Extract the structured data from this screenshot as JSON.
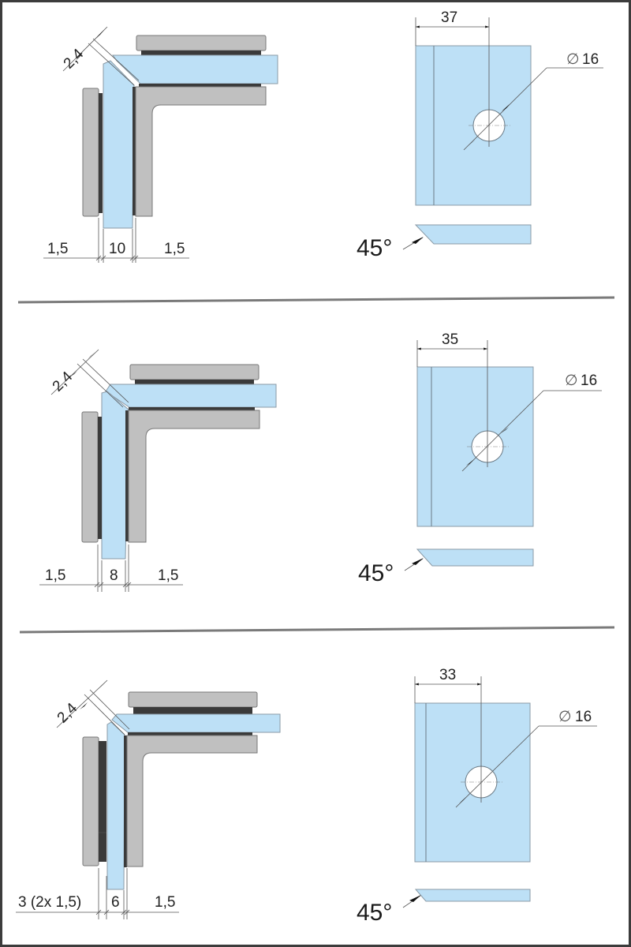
{
  "colors": {
    "glass": "#bde0f6",
    "metal": "#c0c0c0",
    "gasket": "#3a3a3a",
    "border": "#3c3c3c",
    "divider": "#7a7a7a"
  },
  "sections": [
    {
      "profile": {
        "gap_label": "2,4",
        "left_label": "1,5",
        "glass_label": "10",
        "right_label": "1,5"
      },
      "plate": {
        "offset_label": "37",
        "diameter_symbol": "∅",
        "diameter_label": "16",
        "angle_label": "45°"
      }
    },
    {
      "profile": {
        "gap_label": "2,4",
        "left_label": "1,5",
        "glass_label": "8",
        "right_label": "1,5"
      },
      "plate": {
        "offset_label": "35",
        "diameter_symbol": "∅",
        "diameter_label": "16",
        "angle_label": "45°"
      }
    },
    {
      "profile": {
        "gap_label": "2,4",
        "left_label": "3 (2x 1,5)",
        "glass_label": "6",
        "right_label": "1,5"
      },
      "plate": {
        "offset_label": "33",
        "diameter_symbol": "∅",
        "diameter_label": "16",
        "angle_label": "45°"
      }
    }
  ]
}
